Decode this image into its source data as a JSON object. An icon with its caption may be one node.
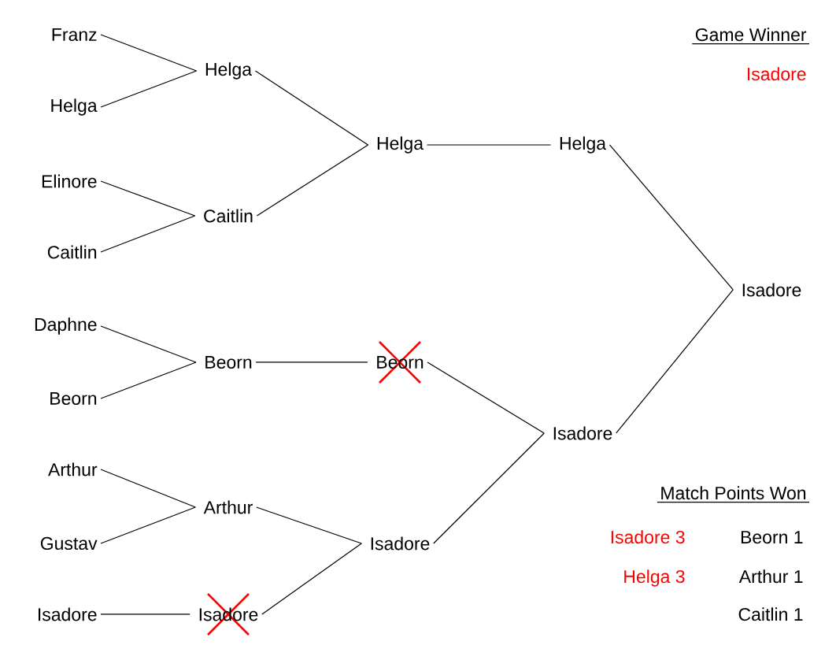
{
  "diagram": {
    "nodes": [
      {
        "text": [
          "Franz"
        ]
      },
      {
        "text": [
          "Helga"
        ]
      },
      {
        "text": [
          "Helga"
        ]
      },
      {
        "text": [
          "Elinore"
        ]
      },
      {
        "text": [
          "Caitlin"
        ]
      },
      {
        "text": [
          "Caitlin"
        ]
      },
      {
        "text": [
          "Helga"
        ]
      },
      {
        "text": [
          "Helga"
        ]
      },
      {
        "text": [
          "Daphne"
        ]
      },
      {
        "text": [
          "Beorn"
        ]
      },
      {
        "text": [
          "Beorn"
        ]
      },
      {
        "text": [
          "Beorn"
        ]
      },
      {
        "text": [
          "Arthur"
        ]
      },
      {
        "text": [
          "Gustav"
        ]
      },
      {
        "text": [
          "Arthur"
        ]
      },
      {
        "text": [
          "Isadore"
        ]
      },
      {
        "text": [
          "Isadore"
        ]
      },
      {
        "text": [
          "Isadore"
        ]
      },
      {
        "text": [
          "Isadore"
        ]
      },
      {
        "text": [
          "Isadore"
        ]
      }
    ],
    "edges": [
      {
        "from": 0,
        "to": 2,
        "arrow": "none"
      },
      {
        "from": 1,
        "to": 2,
        "arrow": "none"
      },
      {
        "from": 3,
        "to": 5,
        "arrow": "none"
      },
      {
        "from": 4,
        "to": 5,
        "arrow": "none"
      },
      {
        "from": 2,
        "to": 6,
        "arrow": "none"
      },
      {
        "from": 5,
        "to": 6,
        "arrow": "none"
      },
      {
        "from": 6,
        "to": 7,
        "arrow": "none"
      },
      {
        "from": 8,
        "to": 10,
        "arrow": "none"
      },
      {
        "from": 9,
        "to": 10,
        "arrow": "none"
      },
      {
        "from": 10,
        "to": 11,
        "arrow": "none"
      },
      {
        "from": 12,
        "to": 14,
        "arrow": "none"
      },
      {
        "from": 13,
        "to": 14,
        "arrow": "none"
      },
      {
        "from": 15,
        "to": 16,
        "arrow": "none"
      },
      {
        "from": 14,
        "to": 17,
        "arrow": "none"
      },
      {
        "from": 16,
        "to": 17,
        "arrow": "none"
      },
      {
        "from": 11,
        "to": 18,
        "arrow": "none"
      },
      {
        "from": 17,
        "to": 18,
        "arrow": "none"
      },
      {
        "from": 7,
        "to": 19,
        "arrow": "none"
      },
      {
        "from": 18,
        "to": 19,
        "arrow": "none"
      }
    ],
    "labels": [
      "Game Winner",
      "Isadore",
      "Match Points Won",
      "Isadore 3",
      "Beorn 1",
      "Helga 3",
      "Arthur 1",
      "Caitlin 1"
    ]
  }
}
